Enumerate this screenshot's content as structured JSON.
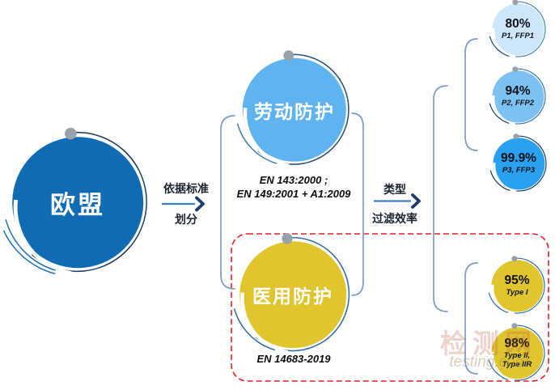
{
  "root": {
    "label": "欧盟"
  },
  "step1_arrow": {
    "line1": "依据标准",
    "line2": "划分"
  },
  "step2_arrow": {
    "line1": "类型",
    "line2": "过滤效率"
  },
  "branches": {
    "labor": {
      "label": "劳动防护",
      "standards": "EN 143:2000 ;\nEN 149:2001 + A1:2009"
    },
    "medical": {
      "label": "医用防护",
      "standards": "EN 14683-2019"
    }
  },
  "grades": {
    "labor": [
      {
        "value": "80%",
        "types": "P1, FFP1"
      },
      {
        "value": "94%",
        "types": "P2, FFP2"
      },
      {
        "value": "99.9%",
        "types": "P3, FFP3"
      }
    ],
    "medical": [
      {
        "value": "95%",
        "types": "Type I"
      },
      {
        "value": "98%",
        "types": "Type II,\nType IIR"
      }
    ]
  },
  "watermark": {
    "cn": "检测网",
    "en": "testing.com"
  },
  "colors": {
    "eu": "#0e6bb4",
    "labor": "#5fb3ee",
    "medical": "#e0c52f",
    "ffp1": "#cde6fa",
    "ffp2": "#7cc1f3",
    "ffp3": "#29a1ef",
    "type1": "#e0c52f",
    "type2": "#e0c52f",
    "highlight": "#ee1d23"
  }
}
